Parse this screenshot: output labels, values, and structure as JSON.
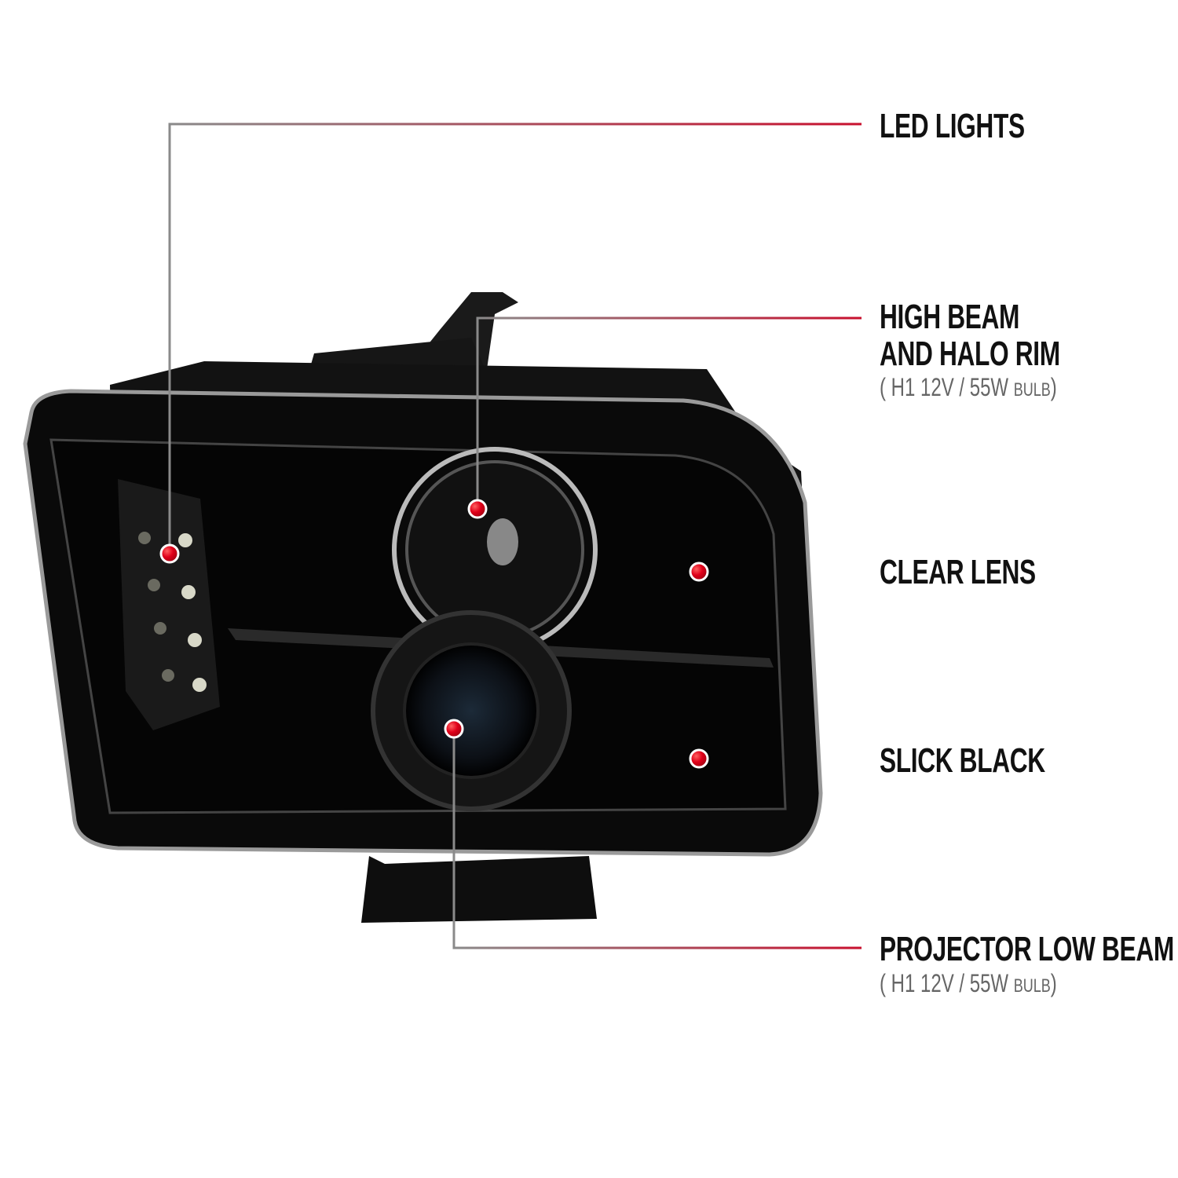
{
  "colors": {
    "callout_line_start": "#8a8a8a",
    "callout_line_end": "#c8102e",
    "dot": "#e0001a",
    "housing": "#0b0b0b"
  },
  "callouts": [
    {
      "id": "led-lights",
      "lines": [
        "LED LIGHTS"
      ]
    },
    {
      "id": "high-beam",
      "lines": [
        "HIGH BEAM",
        "AND HALO RIM"
      ],
      "spec": {
        "open": "(",
        "bulb": "H1",
        "voltage": "12V",
        "sep": "/",
        "watt": "55W",
        "unit": "BULB",
        "close": ")"
      }
    },
    {
      "id": "clear-lens",
      "lines": [
        "CLEAR LENS"
      ]
    },
    {
      "id": "slick-black",
      "lines": [
        "SLICK BLACK"
      ]
    },
    {
      "id": "projector-low-beam",
      "lines": [
        "PROJECTOR LOW BEAM"
      ],
      "spec": {
        "open": "(",
        "bulb": "H1",
        "voltage": "12V",
        "sep": "/",
        "watt": "55W",
        "unit": "BULB",
        "close": ")"
      }
    }
  ]
}
